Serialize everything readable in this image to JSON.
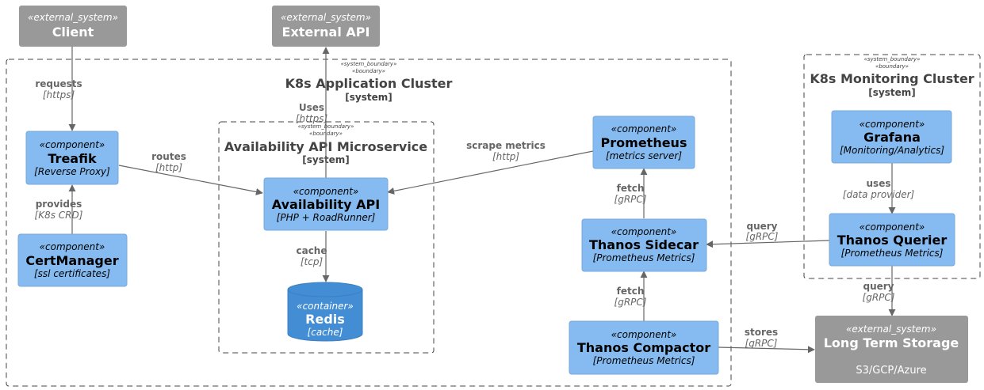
{
  "boundaries": {
    "app_cluster": {
      "stereo1": "«system_boundary»",
      "stereo2": "«boundary»",
      "title": "K8s Application Cluster",
      "type": "[system]"
    },
    "microservice": {
      "stereo1": "«system_boundary»",
      "stereo2": "«boundary»",
      "title": "Availability API Microservice",
      "type": "[system]"
    },
    "monitoring_cluster": {
      "stereo1": "«system_boundary»",
      "stereo2": "«boundary»",
      "title": "K8s Monitoring Cluster",
      "type": "[system]"
    }
  },
  "nodes": {
    "client": {
      "stereo": "«external_system»",
      "name": "Client"
    },
    "external_api": {
      "stereo": "«external_system»",
      "name": "External API"
    },
    "traefik": {
      "stereo": "«component»",
      "name": "Treafik",
      "tech": "[Reverse Proxy]"
    },
    "certmanager": {
      "stereo": "«component»",
      "name": "CertManager",
      "tech": "[ssl certificates]"
    },
    "availability_api": {
      "stereo": "«component»",
      "name": "Availability API",
      "tech": "[PHP + RoadRunner]"
    },
    "redis": {
      "stereo": "«container»",
      "name": "Redis",
      "tech": "[cache]"
    },
    "prometheus": {
      "stereo": "«component»",
      "name": "Prometheus",
      "tech": "[metrics server]"
    },
    "thanos_sidecar": {
      "stereo": "«component»",
      "name": "Thanos Sidecar",
      "tech": "[Prometheus Metrics]"
    },
    "thanos_compactor": {
      "stereo": "«component»",
      "name": "Thanos Compactor",
      "tech": "[Prometheus Metrics]"
    },
    "grafana": {
      "stereo": "«component»",
      "name": "Grafana",
      "tech": "[Monitoring/Analytics]"
    },
    "thanos_querier": {
      "stereo": "«component»",
      "name": "Thanos Querier",
      "tech": "[Prometheus Metrics]"
    },
    "long_term_storage": {
      "stereo": "«external_system»",
      "name": "Long Term Storage",
      "desc": "S3/GCP/Azure"
    }
  },
  "edges": {
    "client_traefik": {
      "label": "requests",
      "tech": "[https]"
    },
    "api_external": {
      "label": "Uses",
      "tech": "[https]"
    },
    "traefik_api": {
      "label": "routes",
      "tech": "[http]"
    },
    "cert_traefik": {
      "label": "provides",
      "tech": "[K8s CRD]"
    },
    "api_redis": {
      "label": "cache",
      "tech": "[tcp]"
    },
    "prom_api": {
      "label": "scrape metrics",
      "tech": "[http]"
    },
    "sidecar_prom": {
      "label": "fetch",
      "tech": "[gRPC]"
    },
    "compactor_sidecar": {
      "label": "fetch",
      "tech": "[gRPC]"
    },
    "querier_sidecar": {
      "label": "query",
      "tech": "[gRPC]"
    },
    "grafana_querier": {
      "label": "uses",
      "tech": "[data provider]"
    },
    "querier_storage": {
      "label": "query",
      "tech": "[gRPC]"
    },
    "compactor_storage": {
      "label": "stores",
      "tech": "[gRPC]"
    }
  }
}
